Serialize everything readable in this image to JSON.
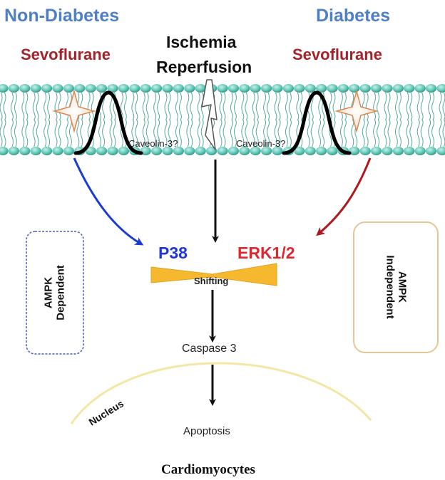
{
  "groups": {
    "left_title": "Non-Diabetes",
    "right_title": "Diabetes"
  },
  "stimuli": {
    "left_agent": "Sevoflurane",
    "right_agent": "Sevoflurane",
    "injury_line1": "Ischemia",
    "injury_line2": "Reperfusion"
  },
  "membrane": {
    "left_protein": "Caveolin-3?",
    "right_protein": "Caveolin-3?"
  },
  "signaling": {
    "kinase_left": "P38",
    "kinase_right": "ERK1/2",
    "balance_label": "Shifting",
    "effector": "Caspase 3",
    "outcome": "Apoptosis"
  },
  "mechanisms": {
    "left_line1": "AMPK",
    "left_line2": "Dependent",
    "right_line1": "AMPK",
    "right_line2": "Independent"
  },
  "compartments": {
    "nucleus": "Nucleus",
    "cell": "Cardiomyocytes"
  },
  "colors": {
    "title_blue": "#4f7fc4",
    "sevo_red": "#a3232a",
    "p38_blue": "#1f35d8",
    "erk_red": "#e0262f",
    "arrow_blue": "#1a3bd6",
    "arrow_red": "#b0171f",
    "lipid_head": "#5fc6b8",
    "balance_gold": "#f5b82e"
  }
}
